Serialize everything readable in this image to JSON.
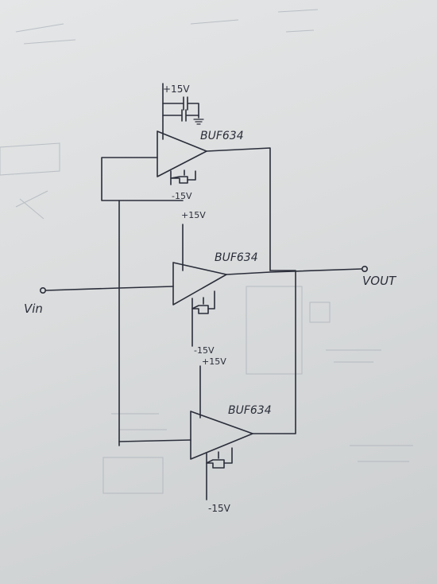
{
  "diagram": {
    "amplifiers": [
      {
        "id": "u1",
        "part": "BUF634",
        "supply_pos": "+15V",
        "supply_neg": "-15V"
      },
      {
        "id": "u2",
        "part": "BUF634",
        "supply_pos": "+15V",
        "supply_neg": "-15V"
      },
      {
        "id": "u3",
        "part": "BUF634",
        "supply_pos": "+15V",
        "supply_neg": "-15V"
      }
    ],
    "input_label": "Vin",
    "output_label": "VOUT"
  },
  "colors": {
    "ink": "#2b2e3a",
    "paper": "#dadcdd"
  }
}
